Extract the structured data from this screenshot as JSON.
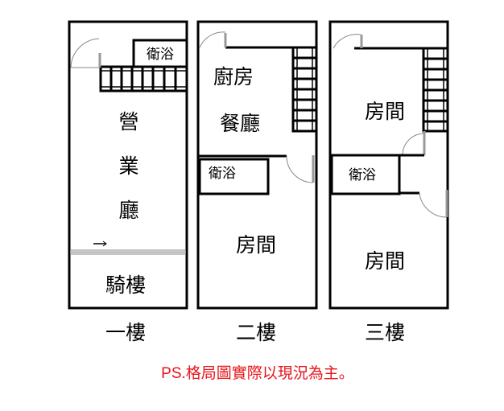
{
  "floors": [
    {
      "title": "一樓",
      "rooms": {
        "bath": "衛浴",
        "hall_1": "營",
        "hall_2": "業",
        "hall_3": "廳",
        "arcade": "騎樓"
      }
    },
    {
      "title": "二樓",
      "rooms": {
        "kitchen": "廚房",
        "dining": "餐廳",
        "bath": "衛浴",
        "bedroom": "房間"
      }
    },
    {
      "title": "三樓",
      "rooms": {
        "bedroom_1": "房間",
        "bath": "衛浴",
        "bedroom_2": "房間"
      }
    }
  ],
  "note": "PS.格局圖實際以現況為主。",
  "colors": {
    "note": "#e8141b",
    "wall": "#000000"
  }
}
